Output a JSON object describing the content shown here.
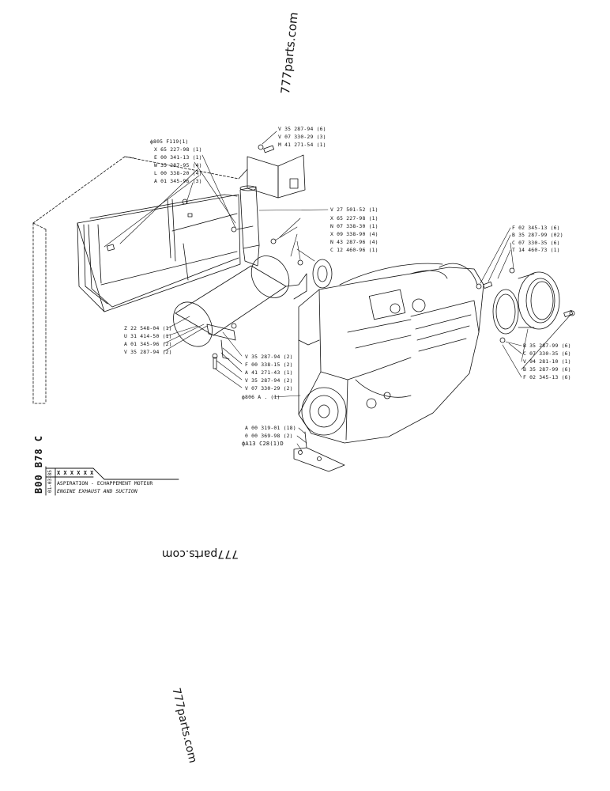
{
  "watermarks": {
    "top": "777parts.com",
    "middle": "777parts.com",
    "bottom": "777parts.com"
  },
  "title_block": {
    "drawing_number": "B00 B78 C",
    "date": "01-03-85",
    "part_number": "X X X  X X X",
    "title_fr": "ASPIRATION - ECHAPPEMENT MOTEUR",
    "title_en": "ENGINE EXHAUST AND SUCTION"
  },
  "callouts": {
    "bracket_top": [
      "V 35 287-94 (6)",
      "V 07 330-29 (3)",
      "M 41 271-54 (1)"
    ],
    "left_top": [
      "ф805 F119(1)",
      "X 65 227-98 (1)",
      "E 00 341-13 (1)",
      "W 35 287-95 (4)",
      "L 00 338-20 (4)",
      "A 01 345-96 (3)"
    ],
    "pipe": [
      "V 27 501-52 (1)",
      "X 65 227-98 (1)",
      "N 07 338-30 (1)",
      "X 09 338-90 (4)",
      "N 43 287-96 (4)",
      "C 12 460-96 (1)"
    ],
    "muffler": [
      "Z 22 548-04 (1)",
      "U 31 414-50 (1)",
      "A 01 345-96 (2)",
      "V 35 287-94 (2)"
    ],
    "muffler_bracket": [
      "V 35 287-94 (2)",
      "F 00 338-15 (2)",
      "A 41 271-43 (1)",
      "V 35 287-94 (2)",
      "V 07 330-29 (2)"
    ],
    "engine": "ф806 A .  (1)",
    "foot": [
      "A 00 319-01 (18)",
      "0 00 369-98 (2)",
      "фA13 C28(1)D"
    ],
    "flange_top": [
      "F 02 345-13 (6)",
      "B 35 287-99 (02)",
      "C 07 330-35 (6)",
      "T 14 460-73 (1)"
    ],
    "flange_bottom": [
      "B 35 287-99 (6)",
      "C 07 330-35 (6)",
      "V 94 281-10 (1)",
      "B 35 287-99 (6)",
      "F 02 345-13 (6)"
    ]
  }
}
